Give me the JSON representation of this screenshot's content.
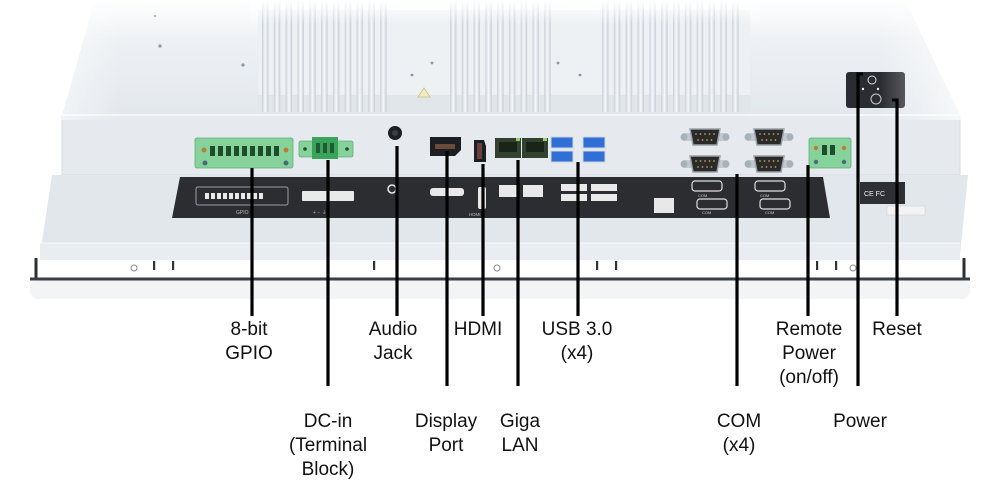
{
  "diagram": {
    "subject": "Fanless panel PC — rear I/O panel",
    "colors": {
      "chassis": "#e4e9ee",
      "chassis_dark": "#cfd6dd",
      "io_plate": "#2b2d31",
      "terminal_green": "#7fcf95",
      "usb_blue": "#2f6fd6",
      "leader_line": "#000000",
      "label_text": "#111111"
    },
    "panel_silkscreen": {
      "gpio": "GPIO",
      "dc": "+ − ⏚",
      "hdmi": "HDMI",
      "com": "COM"
    },
    "callouts": [
      {
        "id": "gpio",
        "lines": [
          "8-bit",
          "GPIO"
        ],
        "tier": "upper"
      },
      {
        "id": "dc-in",
        "lines": [
          "DC-in",
          "(Terminal",
          "Block)"
        ],
        "tier": "lower"
      },
      {
        "id": "audio-jack",
        "lines": [
          "Audio",
          "Jack"
        ],
        "tier": "upper"
      },
      {
        "id": "display-port",
        "lines": [
          "Display",
          "Port"
        ],
        "tier": "lower"
      },
      {
        "id": "hdmi",
        "lines": [
          "HDMI"
        ],
        "tier": "upper"
      },
      {
        "id": "giga-lan",
        "lines": [
          "Giga",
          "LAN"
        ],
        "tier": "lower"
      },
      {
        "id": "usb",
        "lines": [
          "USB 3.0",
          "(x4)"
        ],
        "tier": "upper"
      },
      {
        "id": "com",
        "lines": [
          "COM",
          "(x4)"
        ],
        "tier": "lower"
      },
      {
        "id": "remote-power",
        "lines": [
          "Remote",
          "Power",
          "(on/off)"
        ],
        "tier": "upper"
      },
      {
        "id": "power",
        "lines": [
          "Power"
        ],
        "tier": "lower"
      },
      {
        "id": "reset",
        "lines": [
          "Reset"
        ],
        "tier": "upper"
      }
    ]
  }
}
